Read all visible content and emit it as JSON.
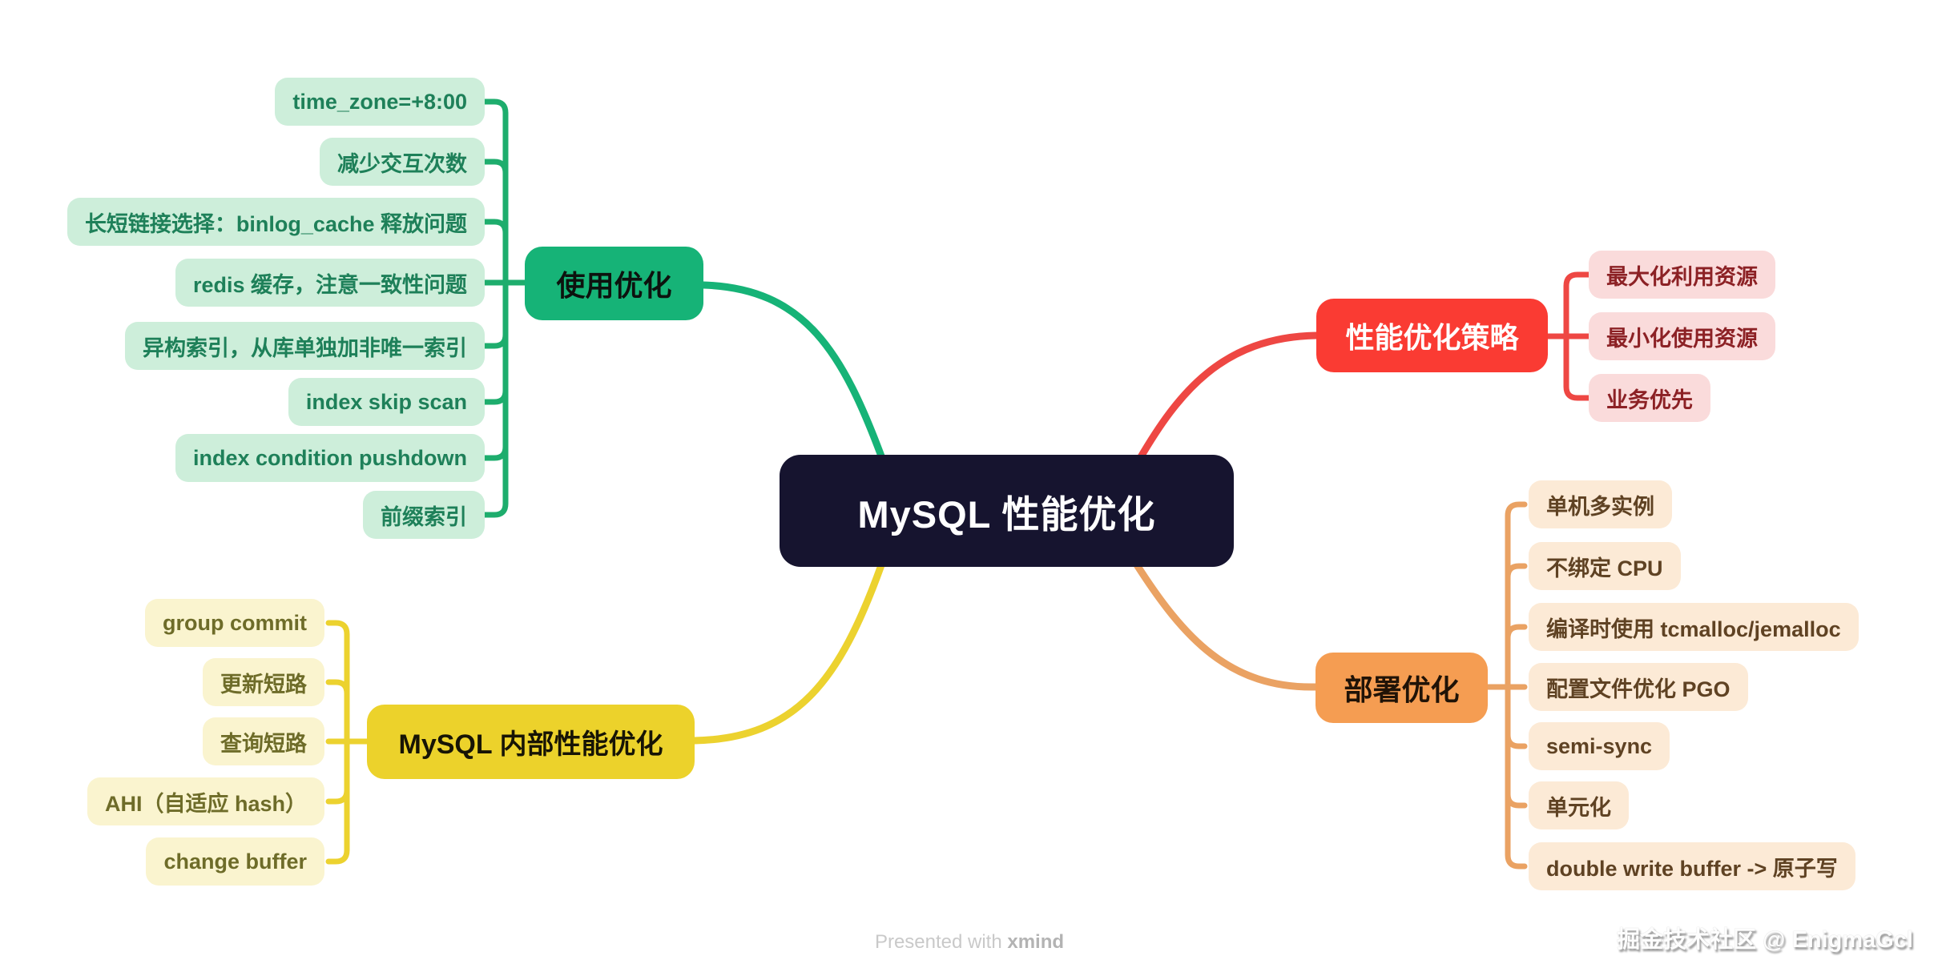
{
  "central": {
    "label": "MySQL 性能优化"
  },
  "branches": [
    {
      "label": "使用优化",
      "children": [
        "time_zone=+8:00",
        "减少交互次数",
        "长短链接选择：binlog_cache 释放问题",
        "redis 缓存，注意一致性问题",
        "异构索引，从库单独加非唯一索引",
        "index skip scan",
        "index condition pushdown",
        "前缀索引"
      ]
    },
    {
      "label": "性能优化策略",
      "children": [
        "最大化利用资源",
        "最小化使用资源",
        "业务优先"
      ]
    },
    {
      "label": "MySQL 内部性能优化",
      "children": [
        "group commit",
        "更新短路",
        "查询短路",
        "AHI（自适应 hash）",
        "change buffer"
      ]
    },
    {
      "label": "部署优化",
      "children": [
        "单机多实例",
        "不绑定 CPU",
        "编译时使用 tcmalloc/jemalloc",
        "配置文件优化 PGO",
        "semi-sync",
        "单元化",
        "double write buffer -> 原子写"
      ]
    }
  ],
  "colors": {
    "background": "#ffffff",
    "central_bg": "#16142f",
    "central_text": "#ffffff",
    "usage": {
      "node": "#16b377",
      "leaf_bg": "#cdeeda",
      "leaf_text": "#1e8059",
      "line": "#1ead6d"
    },
    "strategy": {
      "node": "#fa3b33",
      "leaf_bg": "#fadbdb",
      "leaf_text": "#8c2125",
      "line": "#ee4743"
    },
    "internal": {
      "node": "#ecd22b",
      "leaf_bg": "#faf4cf",
      "leaf_text": "#6e6c29",
      "line": "#ecd22f"
    },
    "deploy": {
      "node": "#f59d52",
      "leaf_bg": "#fcead6",
      "leaf_text": "#5f4223",
      "line": "#eaa263"
    }
  },
  "footer": {
    "presented_with": "Presented with",
    "brand": "xmind",
    "credit": "掘金技术社区 @ EnigmaGcl"
  }
}
